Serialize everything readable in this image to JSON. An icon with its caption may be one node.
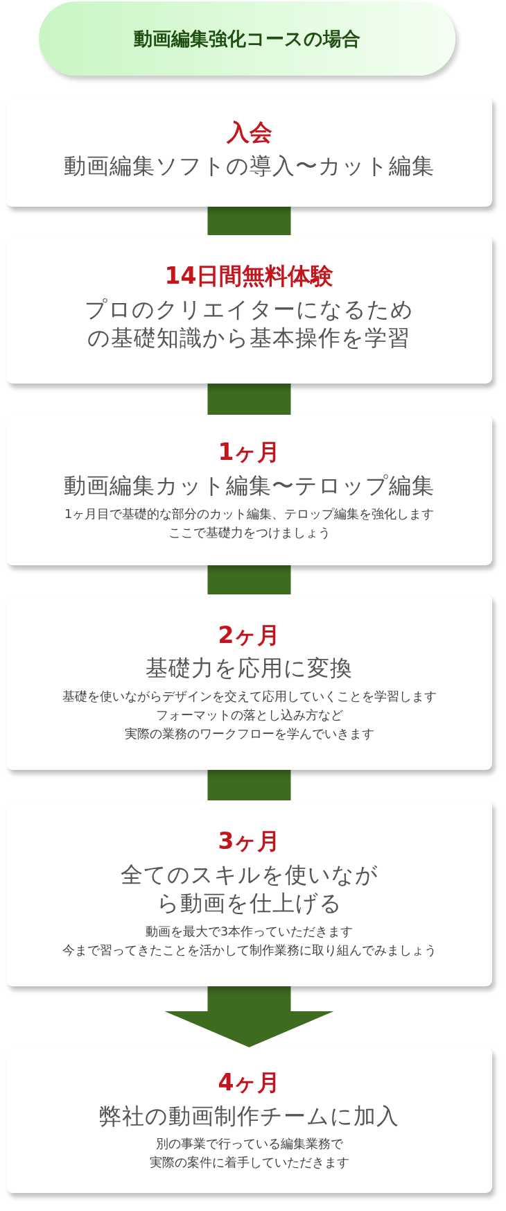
{
  "diagram": {
    "nodes": [
      {
        "text": [
          "動画編集強化コースの場合"
        ]
      },
      {
        "text": [
          "入会",
          "動画編集ソフトの導入〜カット編集"
        ]
      },
      {
        "text": [
          "14日間無料体験",
          "プロのクリエイターになるための基礎知識から基本操作を学習"
        ]
      },
      {
        "text": [
          "1ヶ月",
          "動画編集カット編集〜テロップ編集",
          "1ヶ月目で基礎的な部分のカット編集、テロップ編集を強化します",
          "ここで基礎力をつけましょう"
        ]
      },
      {
        "text": [
          "2ヶ月",
          "基礎力を応用に変換",
          "基礎を使いながらデザインを交えて応用していくことを学習します",
          "フォーマットの落とし込み方など",
          "実際の業務のワークフローを学んでいきます"
        ]
      },
      {
        "text": [
          "3ヶ月",
          "全てのスキルを使いながら動画を仕上げる",
          "動画を最大で3本作っていただきます",
          "今まで習ってきたことを活かして制作業務に取り組んでみましょう"
        ]
      },
      {
        "text": [
          "4ヶ月",
          "弊社の動画制作チームに加入",
          "別の事業で行っている編集業務で",
          "実際の案件に着手していただきます"
        ]
      }
    ],
    "edges": [
      {
        "from": 1,
        "to": 2,
        "arrow": "none",
        "style": "thick"
      },
      {
        "from": 2,
        "to": 3,
        "arrow": "none",
        "style": "thick"
      },
      {
        "from": 3,
        "to": 4,
        "arrow": "none",
        "style": "thick"
      },
      {
        "from": 4,
        "to": 5,
        "arrow": "none",
        "style": "thick"
      },
      {
        "from": 5,
        "to": 6,
        "arrow": "to",
        "style": "thick"
      }
    ]
  }
}
